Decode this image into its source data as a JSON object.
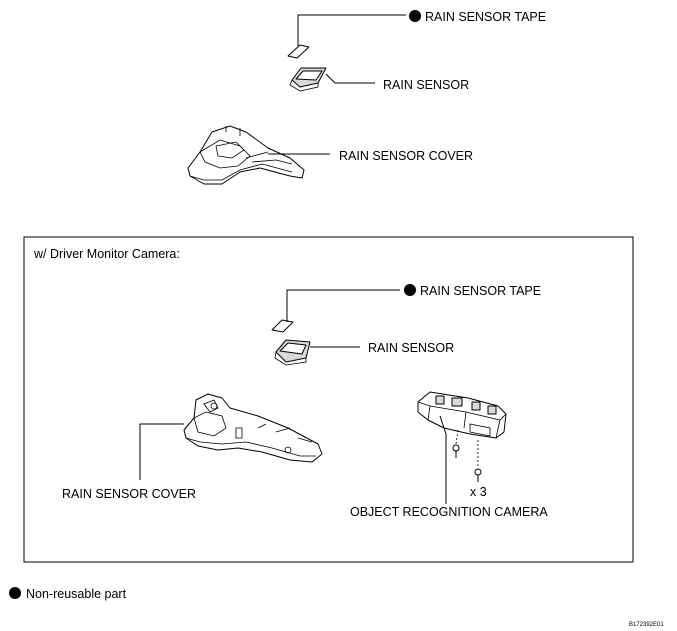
{
  "top_group": {
    "tape_label": "RAIN SENSOR TAPE",
    "sensor_label": "RAIN SENSOR",
    "cover_label": "RAIN SENSOR COVER"
  },
  "camera_group": {
    "title": "w/ Driver Monitor Camera:",
    "tape_label": "RAIN SENSOR TAPE",
    "sensor_label": "RAIN SENSOR",
    "cover_label": "RAIN SENSOR COVER",
    "camera_label": "OBJECT RECOGNITION CAMERA",
    "screw_qty": "x 3"
  },
  "legend": {
    "non_reusable_label": "Non-reusable part"
  },
  "figure_code": "B172392E01"
}
